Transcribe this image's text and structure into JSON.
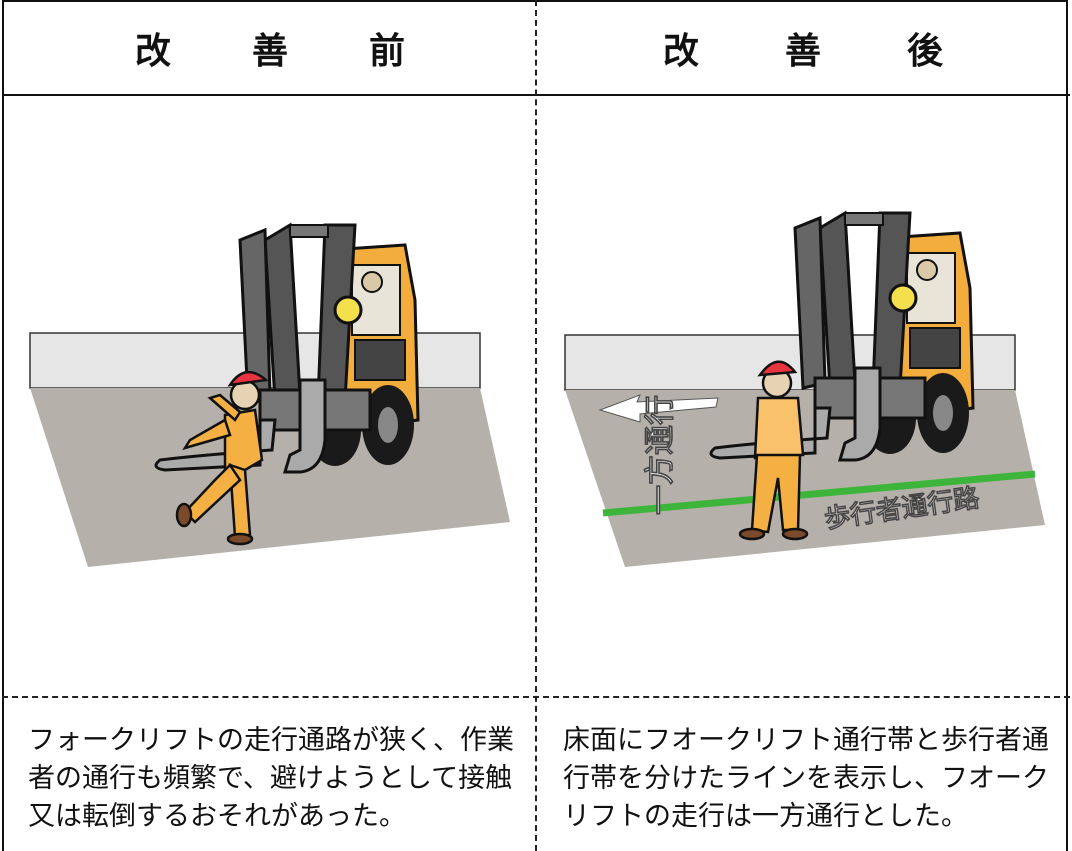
{
  "before": {
    "title_chars": [
      "改",
      "善",
      "前"
    ],
    "description_lines": [
      "フォークリフトの走行通路が狭く、作業",
      "者の通行も頻繁で、避けようとして接触",
      "又は転倒するおそれがあった。"
    ]
  },
  "after": {
    "title_chars": [
      "改",
      "善",
      "後"
    ],
    "description_lines": [
      "床面にフオークリフト通行帯と歩行者通",
      "行帯を分けたラインを表示し、フオーク",
      "リフトの走行は一方通行とした。"
    ],
    "floor_label_forklift": "一方通行",
    "floor_label_pedestrian": "歩行者通行路"
  },
  "colors": {
    "forklift": "#f2ad3c",
    "floor": "#b5b0aa",
    "wall": "#e6e6e6",
    "line": "#3db53a",
    "helmet": "#e8343f",
    "worker": "#f4b043"
  }
}
